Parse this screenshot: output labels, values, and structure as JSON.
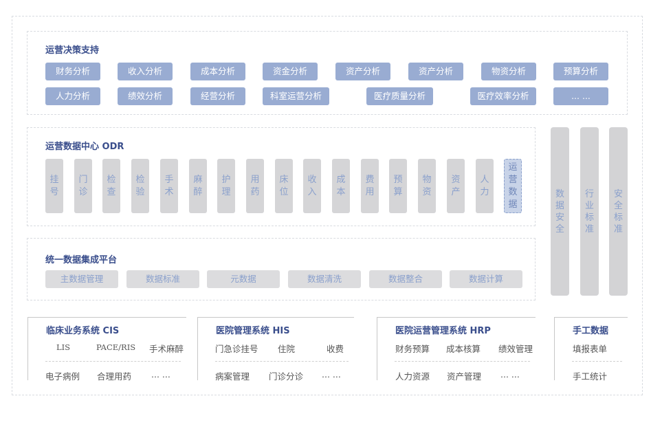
{
  "decision": {
    "title": "运营决策支持",
    "row1": [
      "财务分析",
      "收入分析",
      "成本分析",
      "资金分析",
      "资产分析",
      "资产分析",
      "物资分析",
      "预算分析"
    ],
    "row2": [
      "人力分析",
      "绩效分析",
      "经营分析",
      "科室运营分析",
      "医疗质量分析",
      "医疗效率分析",
      "... ..."
    ]
  },
  "odr": {
    "title": "运营数据中心 ODR",
    "items": [
      [
        "挂",
        "号"
      ],
      [
        "门",
        "诊"
      ],
      [
        "检",
        "查"
      ],
      [
        "检",
        "验"
      ],
      [
        "手",
        "术"
      ],
      [
        "麻",
        "醉"
      ],
      [
        "护",
        "理"
      ],
      [
        "用",
        "药"
      ],
      [
        "床",
        "位"
      ],
      [
        "收",
        "入"
      ],
      [
        "成",
        "本"
      ],
      [
        "费",
        "用"
      ],
      [
        "预",
        "算"
      ],
      [
        "物",
        "资"
      ],
      [
        "资",
        "产"
      ],
      [
        "人",
        "力"
      ],
      [
        "运",
        "营",
        "数",
        "据"
      ]
    ]
  },
  "platform": {
    "title": "统一数据集成平台",
    "items": [
      "主数据管理",
      "数据标准",
      "元数据",
      "数据清洗",
      "数据整合",
      "数据计算"
    ]
  },
  "side": [
    [
      "数",
      "据",
      "安",
      "全"
    ],
    [
      "行",
      "业",
      "标",
      "准"
    ],
    [
      "安",
      "全",
      "标",
      "准"
    ]
  ],
  "systems": [
    {
      "title": "临床业务系统 CIS",
      "row1": [
        "LIS",
        "PACE/RIS",
        "手术麻醉"
      ],
      "row2": [
        "电子病例",
        "合理用药",
        "... ..."
      ]
    },
    {
      "title": "医院管理系统 HIS",
      "row1": [
        "门急诊挂号",
        "住院",
        "收费"
      ],
      "row2": [
        "病案管理",
        "门诊分诊",
        "... ..."
      ]
    },
    {
      "title": "医院运营管理系统 HRP",
      "row1": [
        "财务预算",
        "成本核算",
        "绩效管理"
      ],
      "row2": [
        "人力资源",
        "资产管理",
        "... ..."
      ]
    },
    {
      "title": "手工数据",
      "row1": [
        "填报表单"
      ],
      "row2": [
        "手工统计"
      ]
    }
  ]
}
